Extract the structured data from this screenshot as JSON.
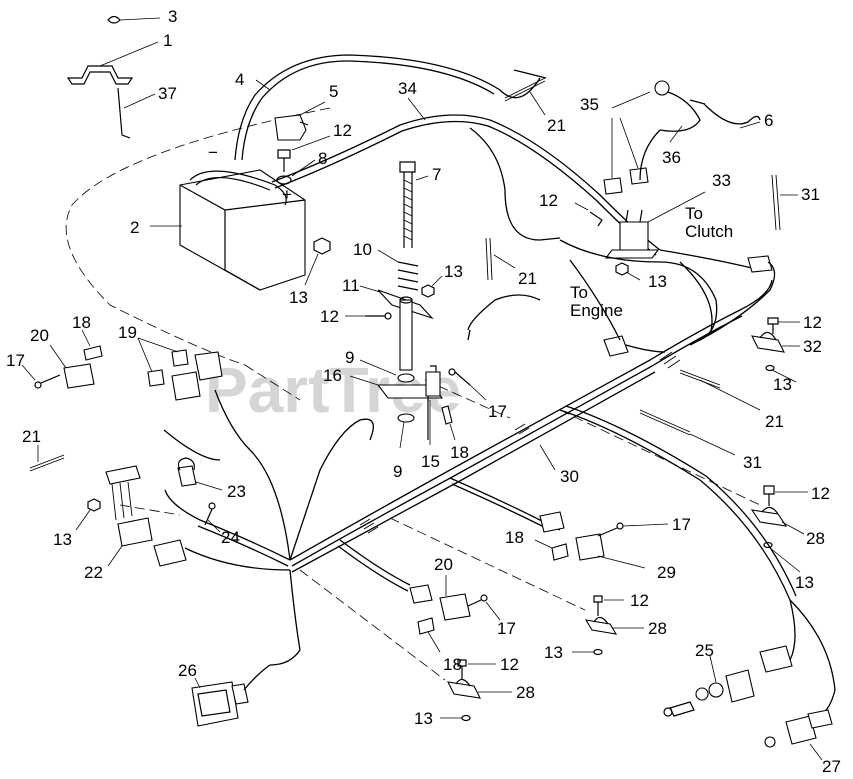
{
  "watermark": "PartTree",
  "notes": {
    "to_clutch_1": "To",
    "to_clutch_2": "Clutch",
    "to_engine_1": "To",
    "to_engine_2": "Engine"
  },
  "callouts": {
    "c3": "3",
    "c1": "1",
    "c37": "37",
    "c4": "4",
    "c5": "5",
    "c34": "34",
    "c21a": "21",
    "c35": "35",
    "c6": "6",
    "c12a": "12",
    "c8": "8",
    "c7": "7",
    "c36": "36",
    "c2": "2",
    "c33": "33",
    "c31a": "31",
    "c12b": "12",
    "c10": "10",
    "c13a": "13",
    "c13b": "13",
    "c11": "11",
    "c21b": "21",
    "c13c": "13",
    "c12c": "12",
    "c12d": "12",
    "c32": "32",
    "c18a": "18",
    "c20a": "20",
    "c19": "19",
    "c17a": "17",
    "c9a": "9",
    "c16": "16",
    "c17b": "17",
    "c13d": "13",
    "c21c": "21",
    "c18b": "18",
    "c9b": "9",
    "c15": "15",
    "c31b": "31",
    "c21d": "21",
    "c30": "30",
    "c23": "23",
    "c12e": "12",
    "c13e": "13",
    "c24": "24",
    "c28a": "28",
    "c17c": "17",
    "c18c": "18",
    "c22": "22",
    "c29": "29",
    "c13f": "13",
    "c20b": "20",
    "c12f": "12",
    "c17d": "17",
    "c28b": "28",
    "c13g": "13",
    "c26": "26",
    "c18d": "18",
    "c12g": "12",
    "c28c": "28",
    "c25": "25",
    "c13h": "13",
    "c27": "27"
  }
}
